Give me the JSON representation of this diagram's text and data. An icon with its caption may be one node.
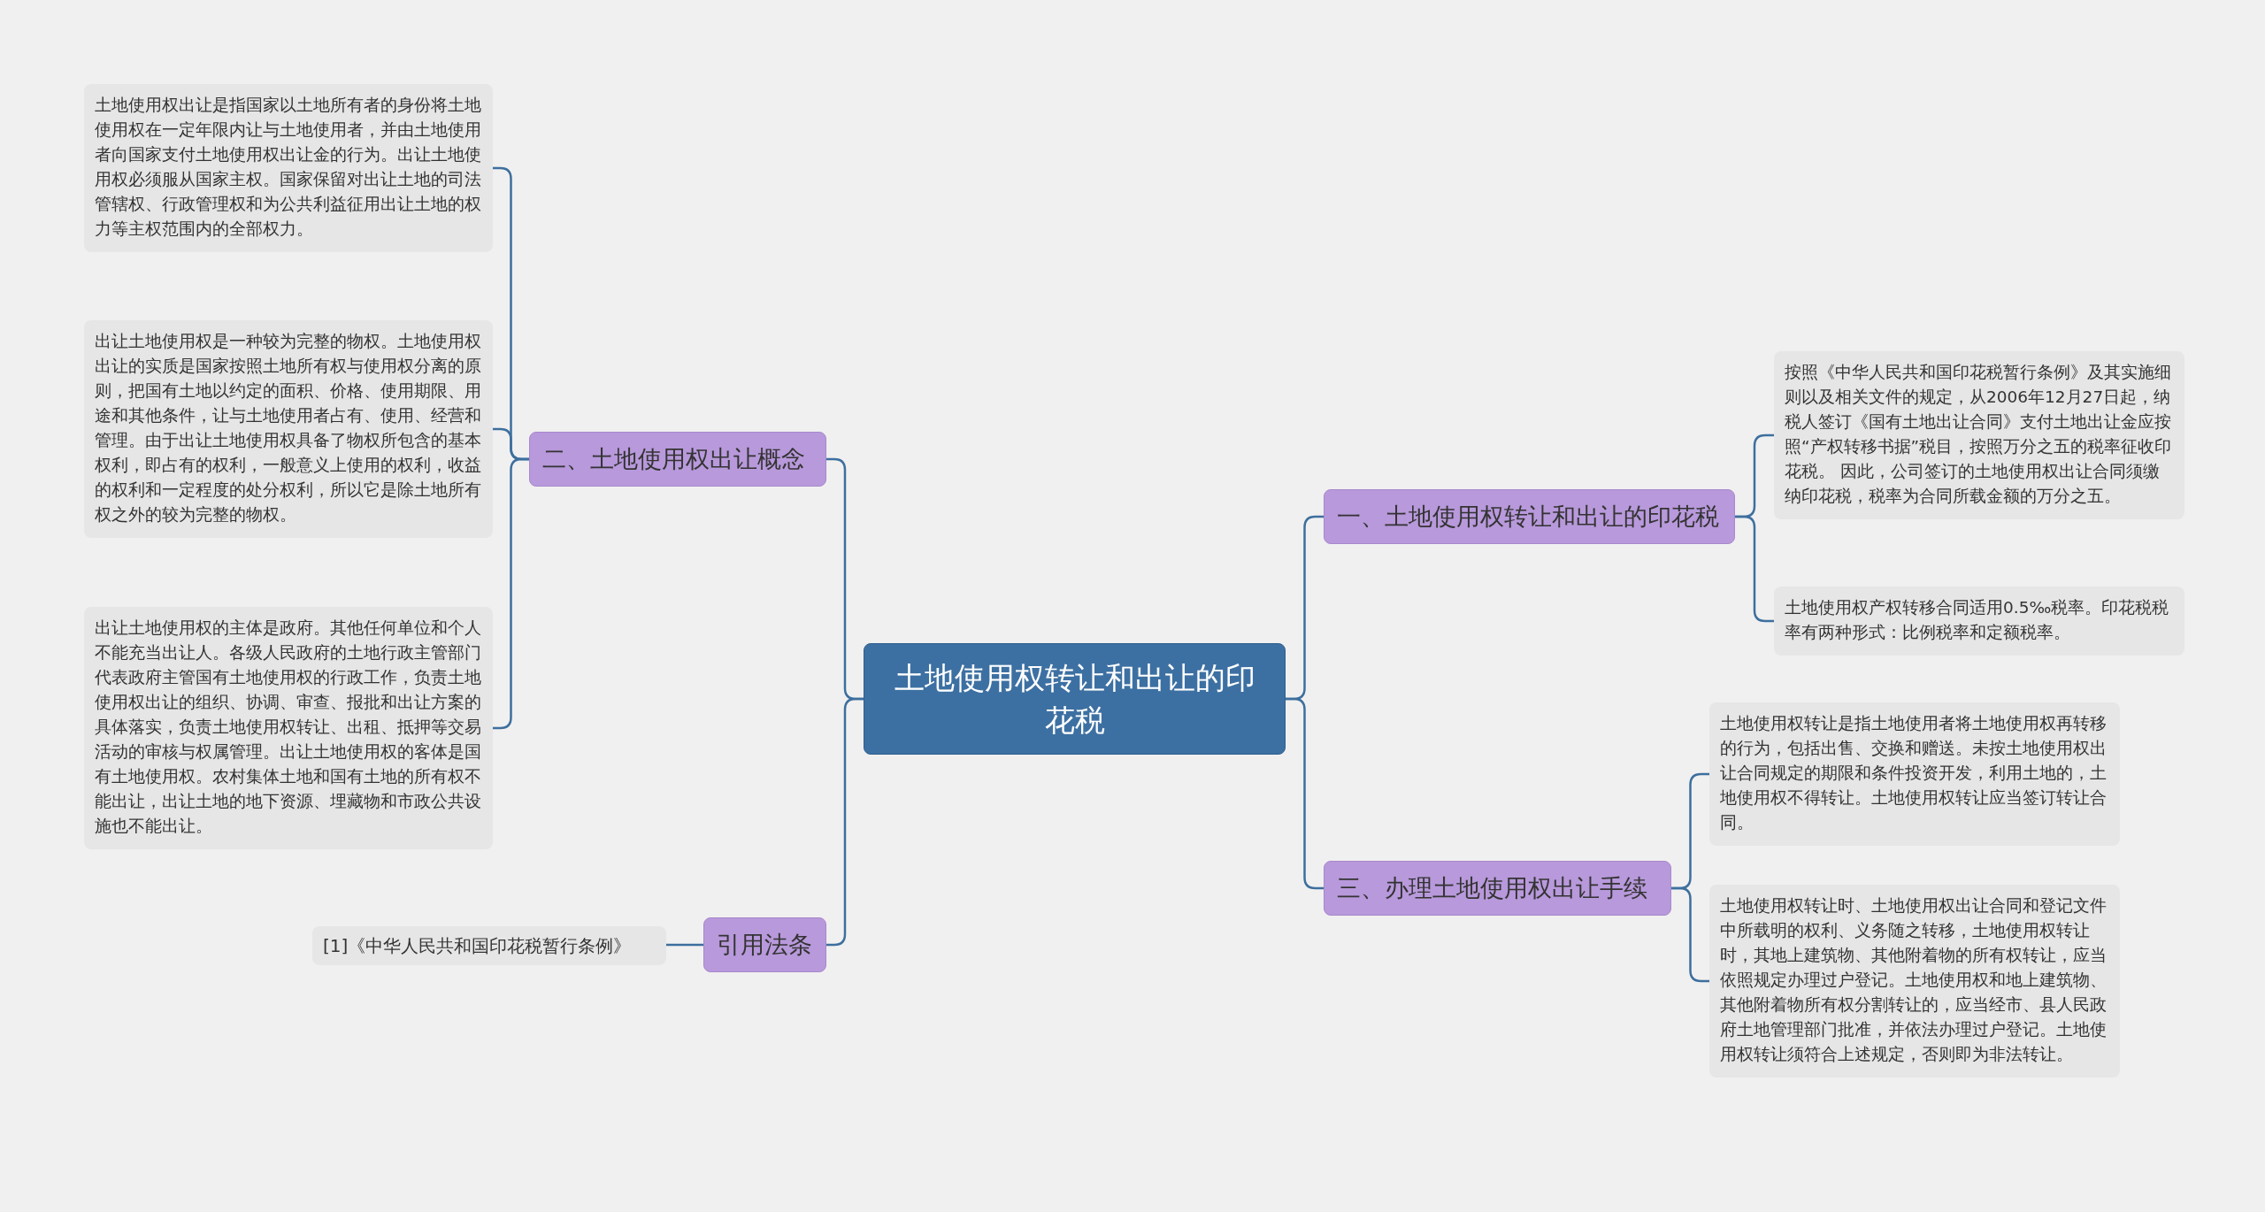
{
  "diagram": {
    "nodes": [
      {
        "text": [
          "土地使用权转让和出让的印花税"
        ]
      },
      {
        "text": [
          "二、土地使用权出让概念"
        ]
      },
      {
        "text": [
          "土地使用权出让是指国家以土地所有者的身份将土地使用权在一定年限内让与土地使用者，并由土地使用者向国家支付土地使用权出让金的行为。出让土地使用权必须服从国家主权。国家保留对出让土地的司法管辖权、行政管理权和为公共利益征用出让土地的权力等主权范围内的全部权力。"
        ]
      },
      {
        "text": [
          "出让土地使用权是一种较为完整的物权。土地使用权出让的实质是国家按照土地所有权与使用权分离的原则，把国有土地以约定的面积、价格、使用期限、用途和其他条件，让与土地使用者占有、使用、经营和管理。由于出让土地使用权具备了物权所包含的基本权利，即占有的权利，一般意义上使用的权利，收益的权利和一定程度的处分权利，所以它是除土地所有权之外的较为完整的物权。"
        ]
      },
      {
        "text": [
          "出让土地使用权的主体是政府。其他任何单位和个人不能充当出让人。各级人民政府的土地行政主管部门代表政府主管国有土地使用权的行政工作，负责土地使用权出让的组织、协调、审查、报批和出让方案的具体落实，负责土地使用权转让、出租、抵押等交易活动的审核与权属管理。出让土地使用权的客体是国有土地使用权。农村集体土地和国有土地的所有权不能出让，出让土地的地下资源、埋藏物和市政公共设施也不能出让。"
        ]
      },
      {
        "text": [
          "引用法条"
        ]
      },
      {
        "text": [
          "[1]《中华人民共和国印花税暂行条例》"
        ]
      },
      {
        "text": [
          "一、土地使用权转让和出让的印花税"
        ]
      },
      {
        "text": [
          "按照《中华人民共和国印花税暂行条例》及其实施细则以及相关文件的规定，从2006年12月27日起，纳税人签订《国有土地出让合同》支付土地出让金应按照“产权转移书据”税目，按照万分之五的税率征收印花税。 因此，公司签订的土地使用权出让合同须缴纳印花税，税率为合同所载金额的万分之五。"
        ]
      },
      {
        "text": [
          "土地使用权产权转移合同适用0.5‰税率。印花税税率有两种形式：比例税率和定额税率。"
        ]
      },
      {
        "text": [
          "三、办理土地使用权出让手续"
        ]
      },
      {
        "text": [
          "土地使用权转让是指土地使用者将土地使用权再转移的行为，包括出售、交换和赠送。未按土地使用权出让合同规定的期限和条件投资开发，利用土地的，土地使用权不得转让。土地使用权转让应当签订转让合同。"
        ]
      },
      {
        "text": [
          "土地使用权转让时、土地使用权出让合同和登记文件中所载明的权利、义务随之转移，土地使用权转让时，其地上建筑物、其他附着物的所有权转让，应当依照规定办理过户登记。土地使用权和地上建筑物、其他附着物所有权分割转让的，应当经市、县人民政府土地管理部门批准，并依法办理过户登记。土地使用权转让须符合上述规定，否则即为非法转让。"
        ]
      }
    ],
    "edges": [
      {
        "from": 0,
        "to": 1,
        "arrow": "none"
      },
      {
        "from": 1,
        "to": 2,
        "arrow": "none"
      },
      {
        "from": 1,
        "to": 3,
        "arrow": "none"
      },
      {
        "from": 1,
        "to": 4,
        "arrow": "none"
      },
      {
        "from": 0,
        "to": 5,
        "arrow": "none"
      },
      {
        "from": 5,
        "to": 6,
        "arrow": "none"
      },
      {
        "from": 0,
        "to": 7,
        "arrow": "none"
      },
      {
        "from": 7,
        "to": 8,
        "arrow": "none"
      },
      {
        "from": 7,
        "to": 9,
        "arrow": "none"
      },
      {
        "from": 0,
        "to": 10,
        "arrow": "none"
      },
      {
        "from": 10,
        "to": 11,
        "arrow": "none"
      },
      {
        "from": 10,
        "to": 12,
        "arrow": "none"
      }
    ]
  }
}
